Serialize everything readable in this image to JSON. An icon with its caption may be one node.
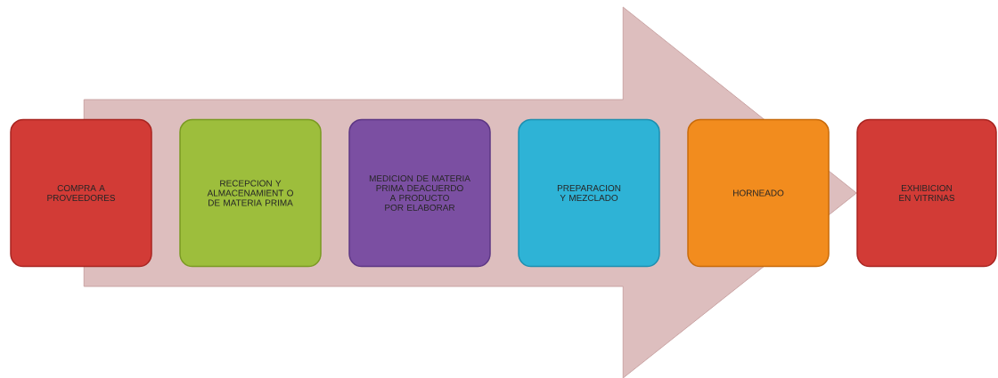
{
  "diagram": {
    "nodes": [
      {
        "text": [
          "COMPRA A PROVEEDORES"
        ]
      },
      {
        "text": [
          "RECEPCION Y ALMACENAMIENT O DE MATERIA PRIMA"
        ]
      },
      {
        "text": [
          "MEDICION DE MATERIA PRIMA DEACUERDO A PRODUCTO POR ELABORAR"
        ]
      },
      {
        "text": [
          "PREPARACION Y MEZCLADO"
        ]
      },
      {
        "text": [
          "HORNEADO"
        ]
      },
      {
        "text": [
          "EXHIBICION EN VITRINAS"
        ]
      }
    ],
    "edges": [
      {
        "from": 0,
        "to": 5,
        "arrow": "to",
        "style": "thick"
      }
    ]
  }
}
